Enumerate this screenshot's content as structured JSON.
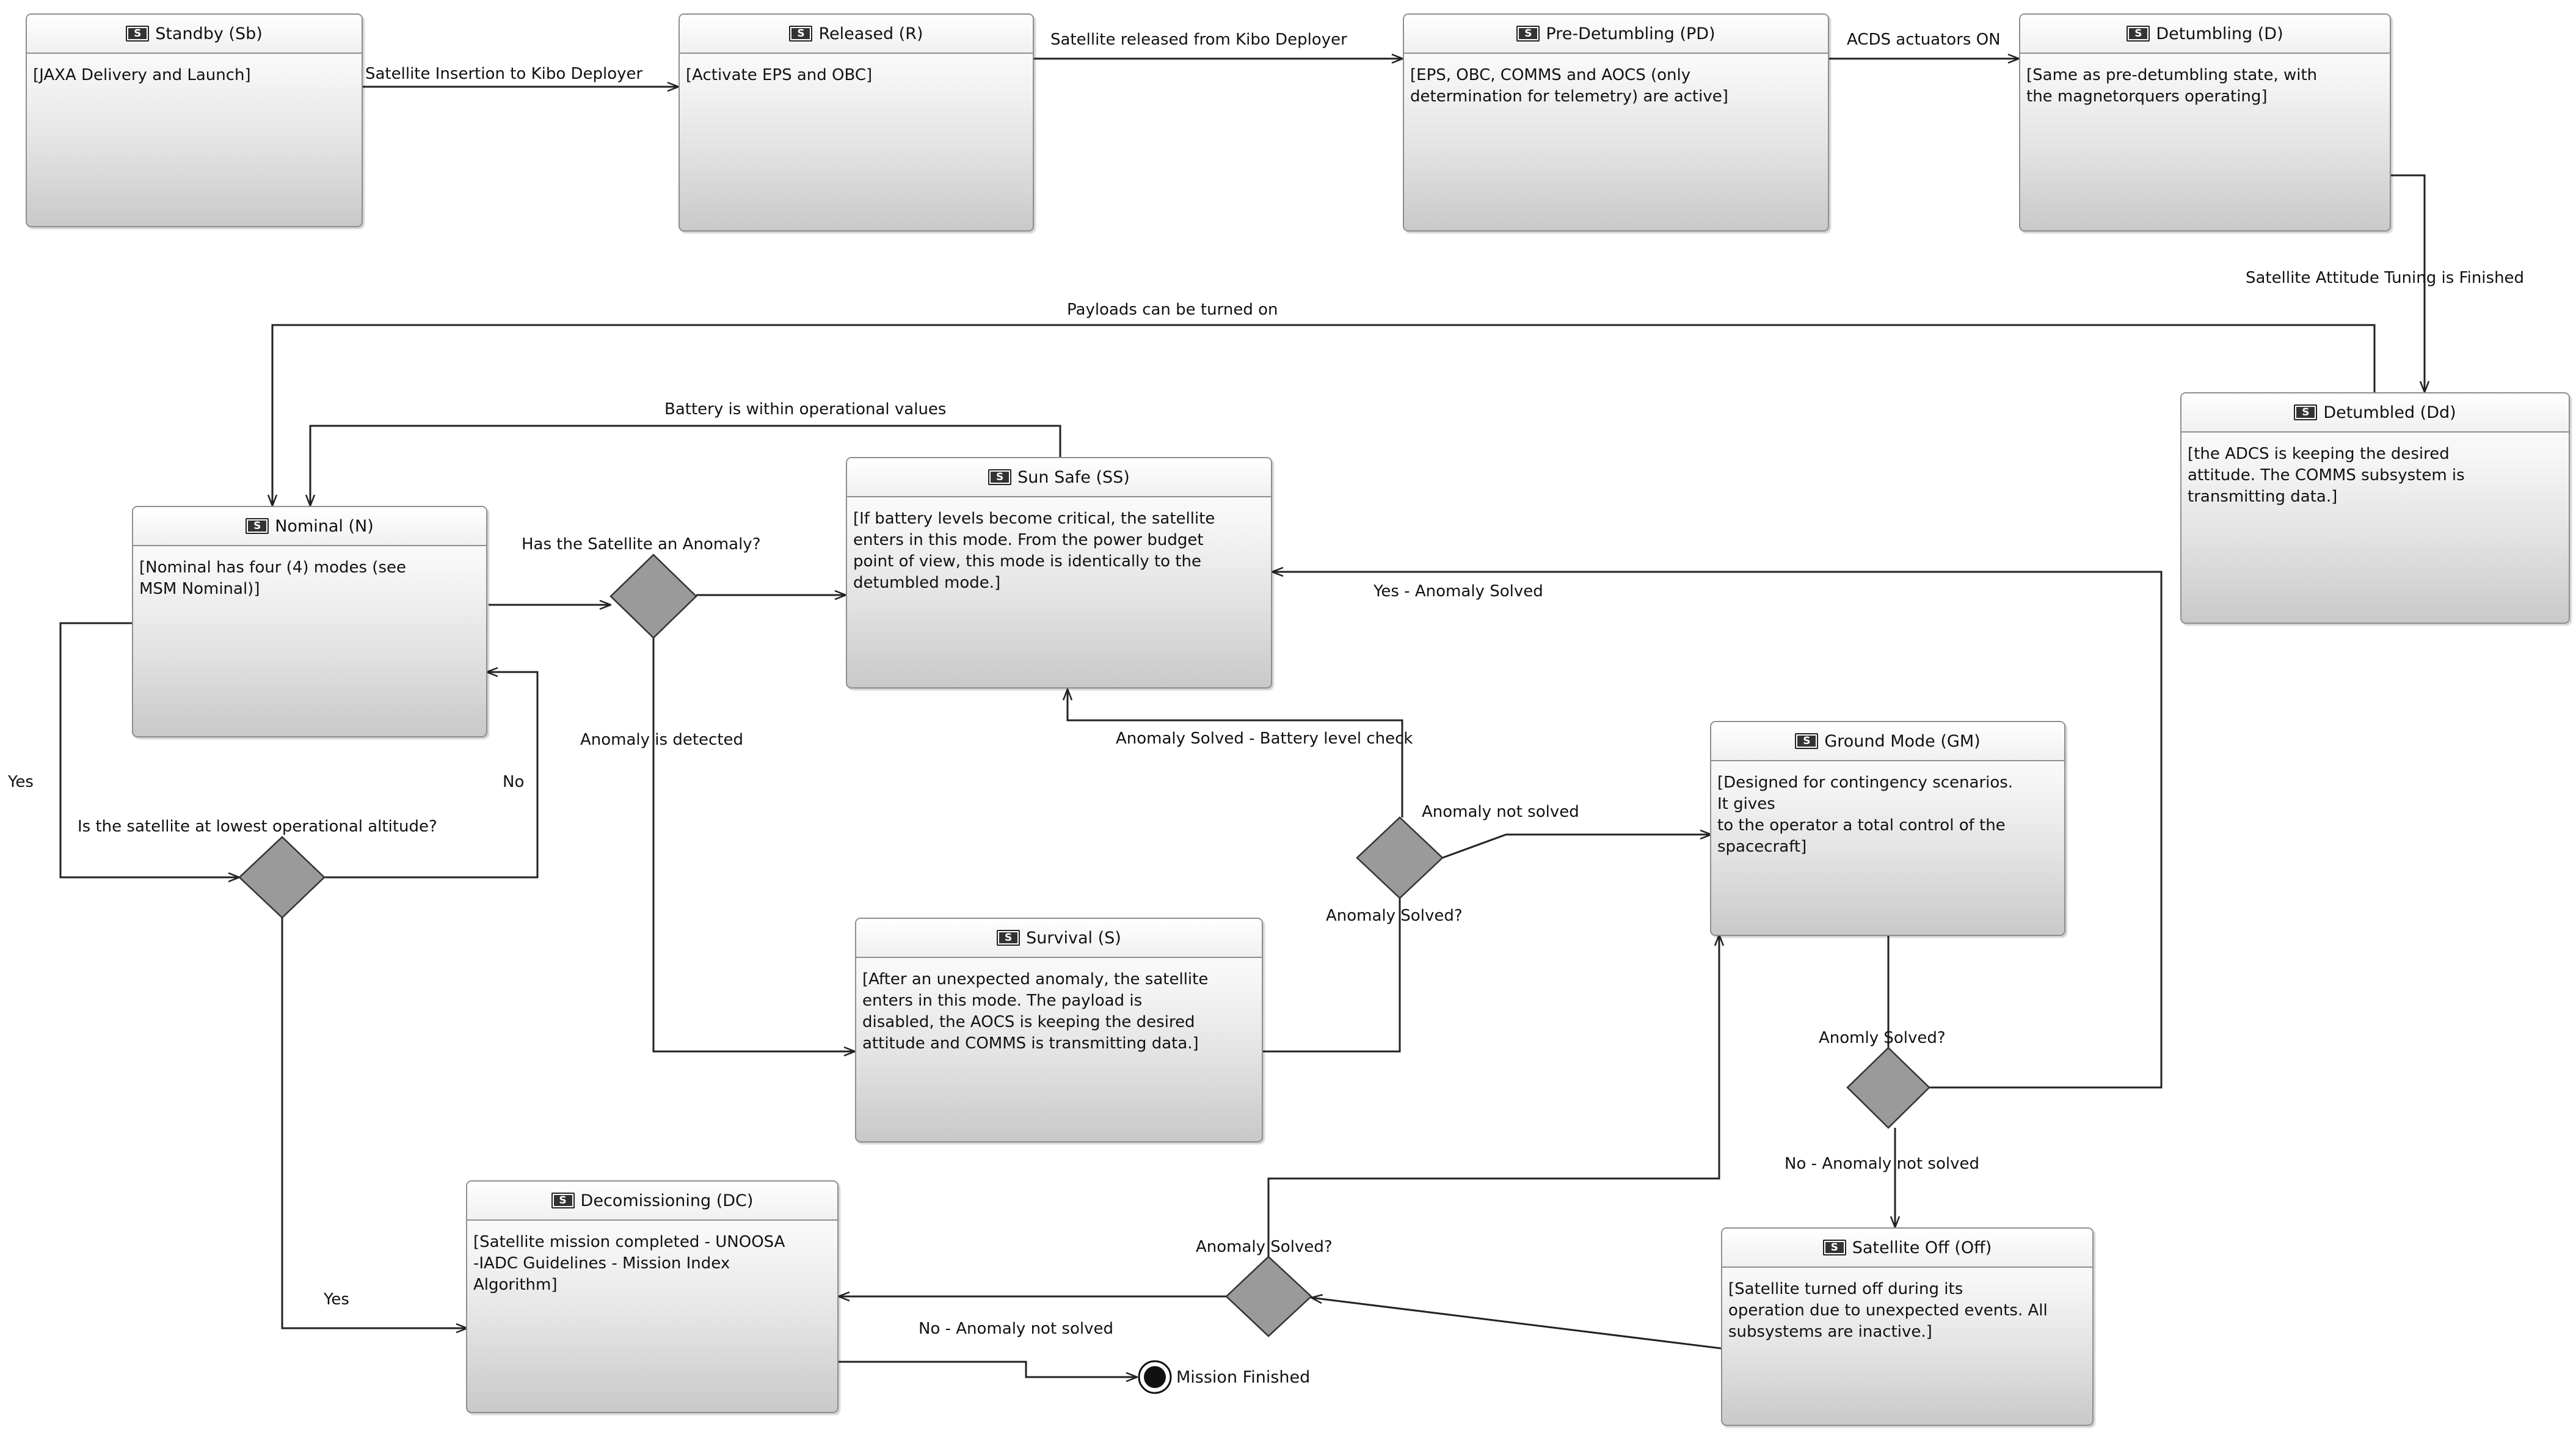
{
  "states": {
    "standby": {
      "title": "Standby (Sb)",
      "body": "[JAXA Delivery and Launch]"
    },
    "released": {
      "title": "Released (R)",
      "body": "[Activate EPS and OBC]"
    },
    "predetumbling": {
      "title": "Pre-Detumbling (PD)",
      "body": "[EPS, OBC, COMMS and AOCS (only\ndetermination for telemetry) are active]"
    },
    "detumbling": {
      "title": "Detumbling (D)",
      "body": "[Same as pre-detumbling state, with\nthe magnetorquers operating]"
    },
    "detumbled": {
      "title": "Detumbled (Dd)",
      "body": "[the ADCS is keeping the desired\nattitude. The COMMS subsystem is\ntransmitting data.]"
    },
    "nominal": {
      "title": "Nominal (N)",
      "body": "[Nominal has four (4) modes (see\nMSM Nominal)]"
    },
    "sunsafe": {
      "title": "Sun Safe (SS)",
      "body": "[If battery levels become critical, the satellite\nenters in this mode. From the power budget\npoint of view, this mode is identically to the\ndetumbled mode.]"
    },
    "groundmode": {
      "title": "Ground Mode (GM)",
      "body": "[Designed for contingency scenarios.\nIt gives\nto the operator a total control of the\nspacecraft]"
    },
    "survival": {
      "title": "Survival (S)",
      "body": "[After an unexpected anomaly, the satellite\nenters in this mode. The payload is\ndisabled, the AOCS is keeping the desired\nattitude and COMMS is transmitting data.]"
    },
    "decom": {
      "title": "Decomissioning (DC)",
      "body": "[Satellite mission completed - UNOOSA\n-IADC Guidelines - Mission Index\nAlgorithm]"
    },
    "satoff": {
      "title": "Satellite Off (Off)",
      "body": "[Satellite turned off during its\noperation due to unexpected events. All\nsubsystems are inactive.]"
    }
  },
  "state_icon": "S",
  "transitions": {
    "sb_r": "Satellite Insertion to Kibo Deployer",
    "r_pd": "Satellite released from Kibo Deployer",
    "pd_d": "ACDS actuators ON",
    "d_dd": "Satellite Attitude Tuning is Finished",
    "dd_n": "Payloads can be turned on",
    "ss_n": "Battery is within operational values",
    "q_anomaly": "Has the Satellite an Anomaly?",
    "anomaly_detected": "Anomaly is detected",
    "yes_anomaly_solved": "Yes - Anomaly Solved",
    "anomaly_solved_battery": "Anomaly Solved - Battery level check",
    "anomaly_not_solved": "Anomaly not solved",
    "q_anomaly_solved_1": "Anomaly Solved?",
    "q_lowest_altitude": "Is the satellite at lowest operational altitude?",
    "yes_left": "Yes",
    "no_right": "No",
    "yes_bottom": "Yes",
    "q_anomly_solved": "Anomly Solved?",
    "no_anomaly_not_solved_1": "No - Anomaly not solved",
    "q_anomaly_solved_2": "Anomaly Solved?",
    "no_anomaly_not_solved_2": "No - Anomaly not solved"
  },
  "final_state_label": "Mission Finished"
}
